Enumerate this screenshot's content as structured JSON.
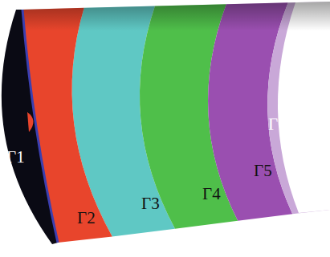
{
  "diagram": {
    "labels": [
      "Γ1",
      "Γ2",
      "Γ3",
      "Γ4",
      "Γ5",
      "Γ6"
    ]
  }
}
